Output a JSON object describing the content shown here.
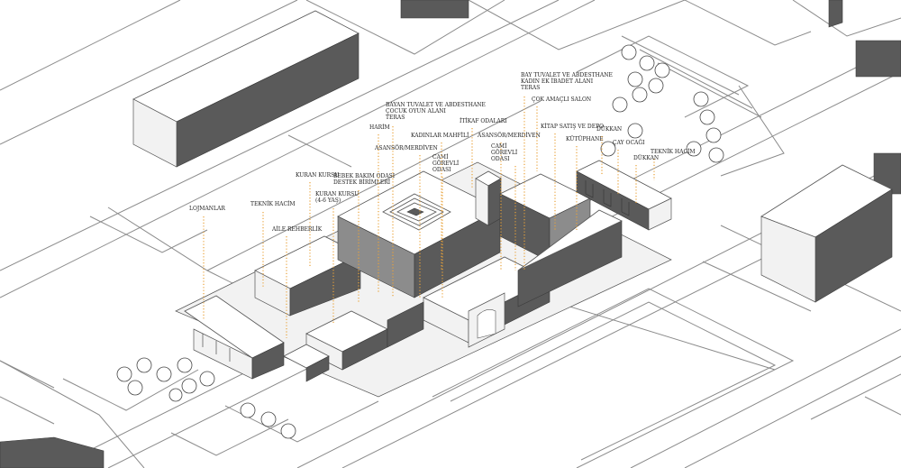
{
  "labels": [
    {
      "key": "lojmanlar",
      "lines": [
        "LOJMANLAR"
      ]
    },
    {
      "key": "teknik_hacim_left",
      "lines": [
        "TEKNİK HACİM"
      ]
    },
    {
      "key": "aile_rehberlik",
      "lines": [
        "AİLE REHBERLİK"
      ]
    },
    {
      "key": "kuran_kursu",
      "lines": [
        "KURAN KURSU"
      ]
    },
    {
      "key": "kuran_kursu_4_6",
      "lines": [
        "KURAN KURSU",
        "(4-6 YAŞ)"
      ]
    },
    {
      "key": "bebek_bakim",
      "lines": [
        "BEBEK BAKIM ODASI",
        "DESTEK BİRİMLERİ"
      ]
    },
    {
      "key": "harim",
      "lines": [
        "HARİM"
      ]
    },
    {
      "key": "bayan_tuvalet",
      "lines": [
        "BAYAN TUVALET VE ABDESTHANE",
        "ÇOCUK OYUN ALANI",
        "TERAS"
      ]
    },
    {
      "key": "asansor_left",
      "lines": [
        "ASANSÖR/MERDİVEN"
      ]
    },
    {
      "key": "cami_gorevli_left",
      "lines": [
        "CAMİ",
        "GÖREVLİ",
        "ODASI"
      ]
    },
    {
      "key": "kadinlar_mahfili",
      "lines": [
        "KADINLAR MAHFİLİ"
      ]
    },
    {
      "key": "itikaf_odalari",
      "lines": [
        "İTİKAF ODALARI"
      ]
    },
    {
      "key": "asansor_right",
      "lines": [
        "ASANSÖR/MERDİVEN"
      ]
    },
    {
      "key": "cami_gorevli_right",
      "lines": [
        "CAMİ",
        "GÖREVLİ",
        "ODASI"
      ]
    },
    {
      "key": "bay_tuvalet",
      "lines": [
        "BAY TUVALET VE ABDESTHANE",
        "KADIN EK İBADET ALANI",
        "TERAS"
      ]
    },
    {
      "key": "cok_amacli",
      "lines": [
        "ÇOK AMAÇLI SALON"
      ]
    },
    {
      "key": "kitap_satis",
      "lines": [
        "KİTAP SATIŞ VE DEPO"
      ]
    },
    {
      "key": "kutuphane",
      "lines": [
        "KÜTÜPHANE"
      ]
    },
    {
      "key": "dukkan_top",
      "lines": [
        "DÜKKAN"
      ]
    },
    {
      "key": "cay_ocagi",
      "lines": [
        "ÇAY OCAĞI"
      ]
    },
    {
      "key": "teknik_hacim_right",
      "lines": [
        "TEKNİK HACİM"
      ]
    },
    {
      "key": "dukkan_right",
      "lines": [
        "DÜKKAN"
      ]
    }
  ],
  "colors": {
    "leader": "#e8a23a",
    "shadow": "#5a5a5a",
    "outline": "#555555"
  }
}
